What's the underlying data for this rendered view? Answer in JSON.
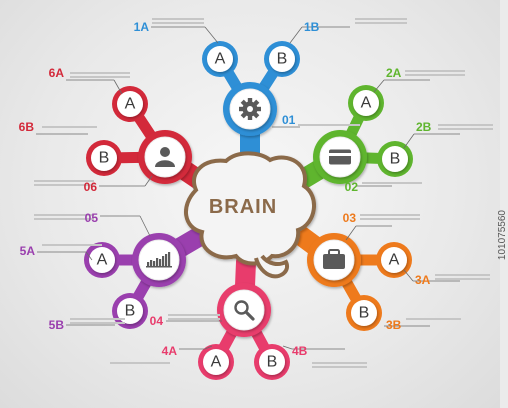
{
  "center": {
    "label": "BRAIN",
    "color": "#8b6a4a"
  },
  "branches": [
    {
      "id": "01",
      "color": "#2e8fd6",
      "icon": "gear-icon",
      "a_label": "1A",
      "b_label": "1B"
    },
    {
      "id": "02",
      "color": "#5fb52e",
      "icon": "credit-card-icon",
      "a_label": "2A",
      "b_label": "2B"
    },
    {
      "id": "03",
      "color": "#ee7a1c",
      "icon": "briefcase-icon",
      "a_label": "3A",
      "b_label": "3B"
    },
    {
      "id": "04",
      "color": "#e83c6c",
      "icon": "magnifier-icon",
      "a_label": "4A",
      "b_label": "4B"
    },
    {
      "id": "05",
      "color": "#9a3fae",
      "icon": "bar-chart-icon",
      "a_label": "5A",
      "b_label": "5B"
    },
    {
      "id": "06",
      "color": "#d3293a",
      "icon": "user-icon",
      "a_label": "6A",
      "b_label": "6B"
    }
  ],
  "node_letters": {
    "a": "A",
    "b": "B"
  },
  "watermark": "101075560"
}
